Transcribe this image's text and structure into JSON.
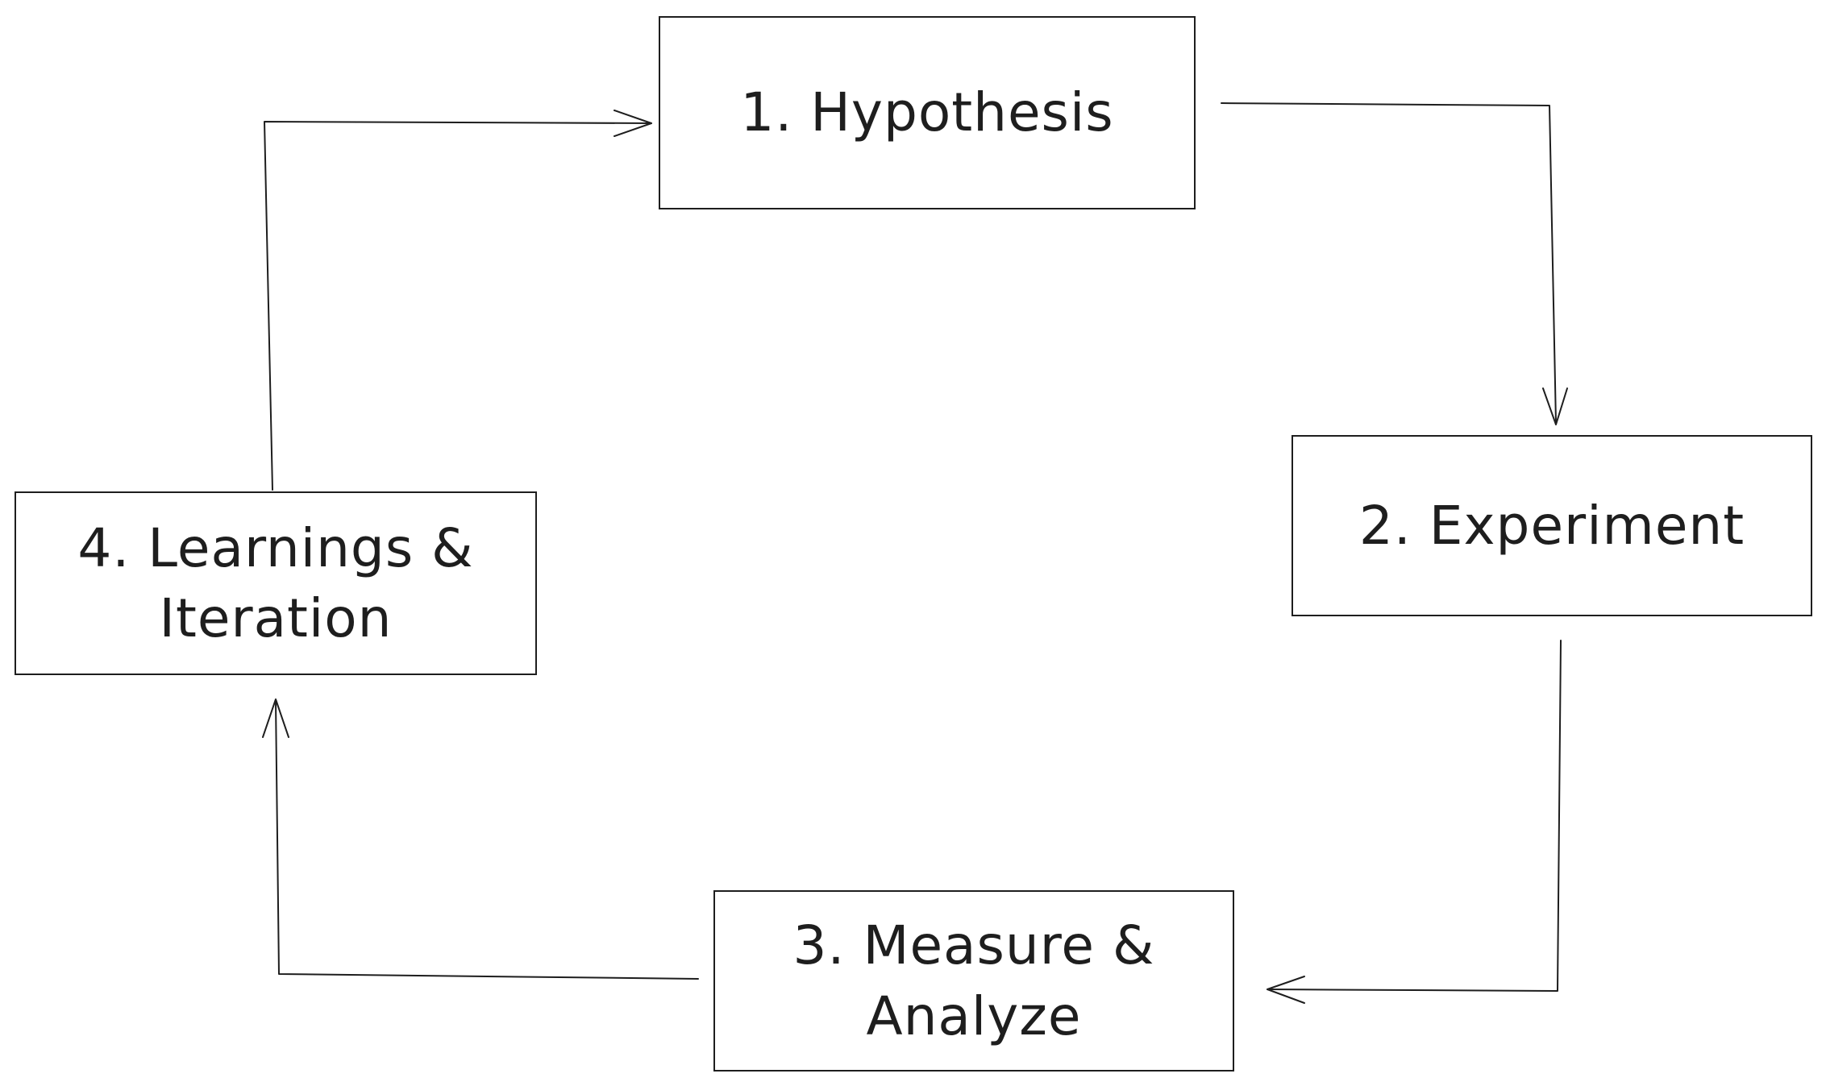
{
  "diagram": {
    "steps": [
      {
        "id": "1",
        "label": "1. Hypothesis"
      },
      {
        "id": "2",
        "label": "2. Experiment"
      },
      {
        "id": "3",
        "label": "3. Measure &\nAnalyze"
      },
      {
        "id": "4",
        "label": "4. Learnings &\nIteration"
      }
    ],
    "connections": [
      {
        "from": "1",
        "to": "2"
      },
      {
        "from": "2",
        "to": "3"
      },
      {
        "from": "3",
        "to": "4"
      },
      {
        "from": "4",
        "to": "1"
      }
    ],
    "colors": {
      "stroke": "#1e1e1e",
      "background": "#ffffff"
    }
  }
}
